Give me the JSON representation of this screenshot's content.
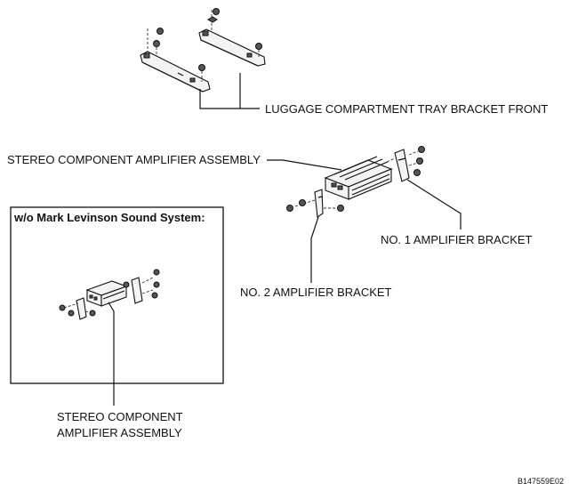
{
  "labels": {
    "tray_bracket_front": "LUGGAGE COMPARTMENT TRAY BRACKET FRONT",
    "amp_assembly": "STEREO COMPONENT AMPLIFIER ASSEMBLY",
    "no1_bracket": "NO. 1 AMPLIFIER BRACKET",
    "no2_bracket": "NO. 2 AMPLIFIER BRACKET",
    "inset_title": "w/o Mark Levinson Sound System:",
    "inset_amp_line1": "STEREO COMPONENT",
    "inset_amp_line2": "AMPLIFIER ASSEMBLY",
    "figure_code": "B147559E02"
  }
}
